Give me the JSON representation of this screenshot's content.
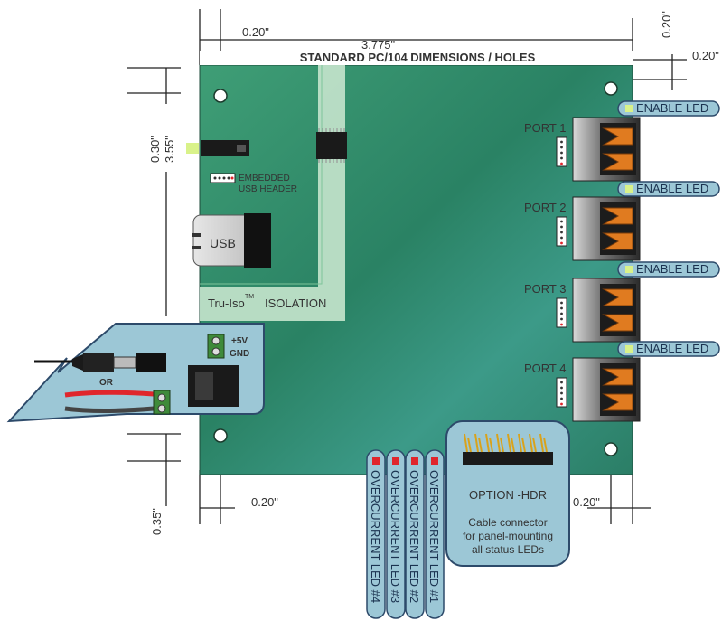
{
  "title": "STANDARD PC/104 DIMENSIONS / HOLES",
  "dimensions": {
    "top_left_offset": "0.20\"",
    "top_width": "3.775\"",
    "top_right_offset": "0.20\"",
    "right_vertical": "0.20\"",
    "left_upper_hole": "0.30\"",
    "left_height": "3.55\"",
    "left_bottom": "0.35\"",
    "bottom_left_offset": "0.20\"",
    "bottom_right_offset": "0.20\""
  },
  "ports": [
    {
      "label": "PORT 1",
      "enable": "ENABLE LED"
    },
    {
      "label": "PORT 2",
      "enable": "ENABLE LED"
    },
    {
      "label": "PORT 3",
      "enable": "ENABLE LED"
    },
    {
      "label": "PORT 4",
      "enable": "ENABLE LED"
    }
  ],
  "usb_header": {
    "line1": "EMBEDDED",
    "line2": "USB HEADER"
  },
  "usb_label": "USB",
  "isolation": {
    "brand": "Tru-Iso",
    "tm": "TM",
    "text": "ISOLATION"
  },
  "power": {
    "plus5v": "+5V",
    "gnd": "GND",
    "or": "OR"
  },
  "overcurrent": [
    "OVERCURRENT LED #4",
    "OVERCURRENT LED #3",
    "OVERCURRENT LED #2",
    "OVERCURRENT LED #1"
  ],
  "option_hdr": {
    "title": "OPTION -HDR",
    "line1": "Cable connector",
    "line2": "for panel-mounting",
    "line3": "all status LEDs"
  },
  "colors": {
    "board_light": "#3a9a82",
    "board_dark": "#1f6b4f",
    "callout_fill": "#9cc7d6",
    "callout_stroke": "#2d4a6a",
    "usb_orange": "#e07b20",
    "led_green": "#d9f28a",
    "led_red": "#e0262c"
  }
}
